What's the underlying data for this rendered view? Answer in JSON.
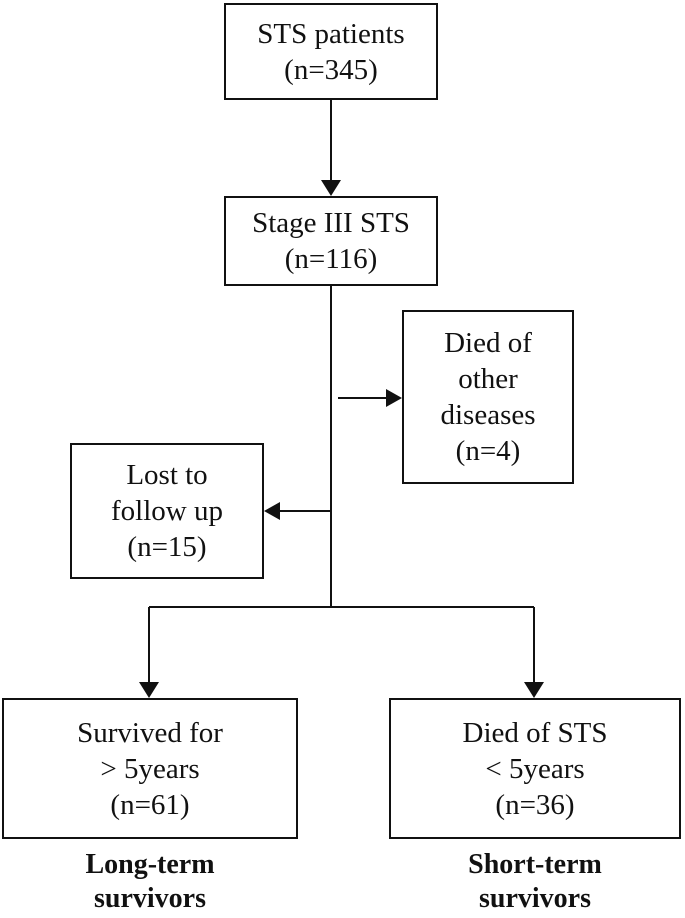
{
  "nodes": {
    "sts_patients": {
      "lines": [
        "STS patients",
        "(n=345)"
      ]
    },
    "stage_iii": {
      "lines": [
        "Stage III STS",
        "(n=116)"
      ]
    },
    "died_other": {
      "lines": [
        "Died of",
        "other",
        "diseases",
        "(n=4)"
      ]
    },
    "lost_follow_up": {
      "lines": [
        "Lost to",
        "follow up",
        "(n=15)"
      ]
    },
    "survived": {
      "lines": [
        "Survived for",
        "> 5years",
        "(n=61)"
      ]
    },
    "died_sts": {
      "lines": [
        "Died of STS",
        "< 5years",
        "(n=36)"
      ]
    }
  },
  "captions": {
    "long_term": [
      "Long-term",
      "survivors"
    ],
    "short_term": [
      "Short-term",
      "survivors"
    ]
  },
  "edges": [
    {
      "from": "sts_patients",
      "to": "stage_iii"
    },
    {
      "from": "stage_iii",
      "to": "died_other"
    },
    {
      "from": "stage_iii",
      "to": "lost_follow_up"
    },
    {
      "from": "stage_iii",
      "to": "survived"
    },
    {
      "from": "stage_iii",
      "to": "died_sts"
    }
  ]
}
